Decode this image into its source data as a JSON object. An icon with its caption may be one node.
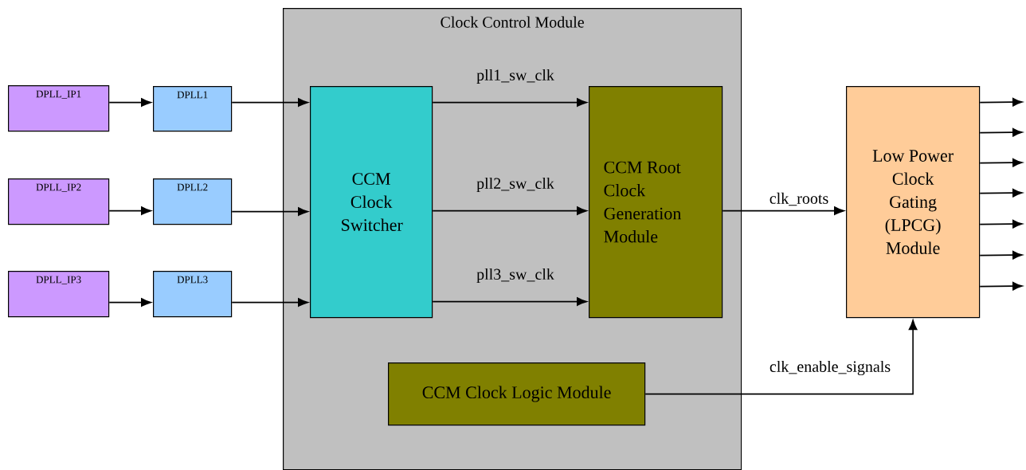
{
  "diagram": {
    "nodes": [
      {
        "text": [
          "Clock Control Module"
        ]
      },
      {
        "text": [
          "DPLL_IP1"
        ]
      },
      {
        "text": [
          "DPLL1"
        ]
      },
      {
        "text": [
          "DPLL_IP2"
        ]
      },
      {
        "text": [
          "DPLL2"
        ]
      },
      {
        "text": [
          "DPLL_IP3"
        ]
      },
      {
        "text": [
          "DPLL3"
        ]
      },
      {
        "text": [
          "CCM Clock Switcher"
        ],
        "in": 0
      },
      {
        "text": [
          "CCM Root Clock Generation Module"
        ],
        "in": 0
      },
      {
        "text": [
          "CCM Clock Logic Module"
        ],
        "in": 0
      },
      {
        "text": [
          "Low Power Clock Gating (LPCG) Module"
        ]
      }
    ],
    "edges": [
      {
        "from": 1,
        "to": 2,
        "arrow": "to"
      },
      {
        "from": 3,
        "to": 4,
        "arrow": "to"
      },
      {
        "from": 5,
        "to": 6,
        "arrow": "to"
      },
      {
        "from": 2,
        "to": 7,
        "arrow": "to"
      },
      {
        "from": 4,
        "to": 7,
        "arrow": "to"
      },
      {
        "from": 6,
        "to": 7,
        "arrow": "to"
      },
      {
        "from": 7,
        "to": 8,
        "arrow": "to",
        "label": "pll1_sw_clk"
      },
      {
        "from": 7,
        "to": 8,
        "arrow": "to",
        "label": "pll2_sw_clk"
      },
      {
        "from": 7,
        "to": 8,
        "arrow": "to",
        "label": "pll3_sw_clk"
      },
      {
        "from": 8,
        "to": 10,
        "arrow": "to",
        "label": "clk_roots"
      },
      {
        "from": 9,
        "to": 10,
        "arrow": "to",
        "label": "clk_enable_signals"
      },
      {
        "from": 10,
        "to": null,
        "arrow": "to"
      },
      {
        "from": 10,
        "to": null,
        "arrow": "to"
      },
      {
        "from": 10,
        "to": null,
        "arrow": "to"
      },
      {
        "from": 10,
        "to": null,
        "arrow": "to"
      },
      {
        "from": 10,
        "to": null,
        "arrow": "to"
      },
      {
        "from": 10,
        "to": null,
        "arrow": "to"
      },
      {
        "from": 10,
        "to": null,
        "arrow": "to"
      }
    ]
  }
}
